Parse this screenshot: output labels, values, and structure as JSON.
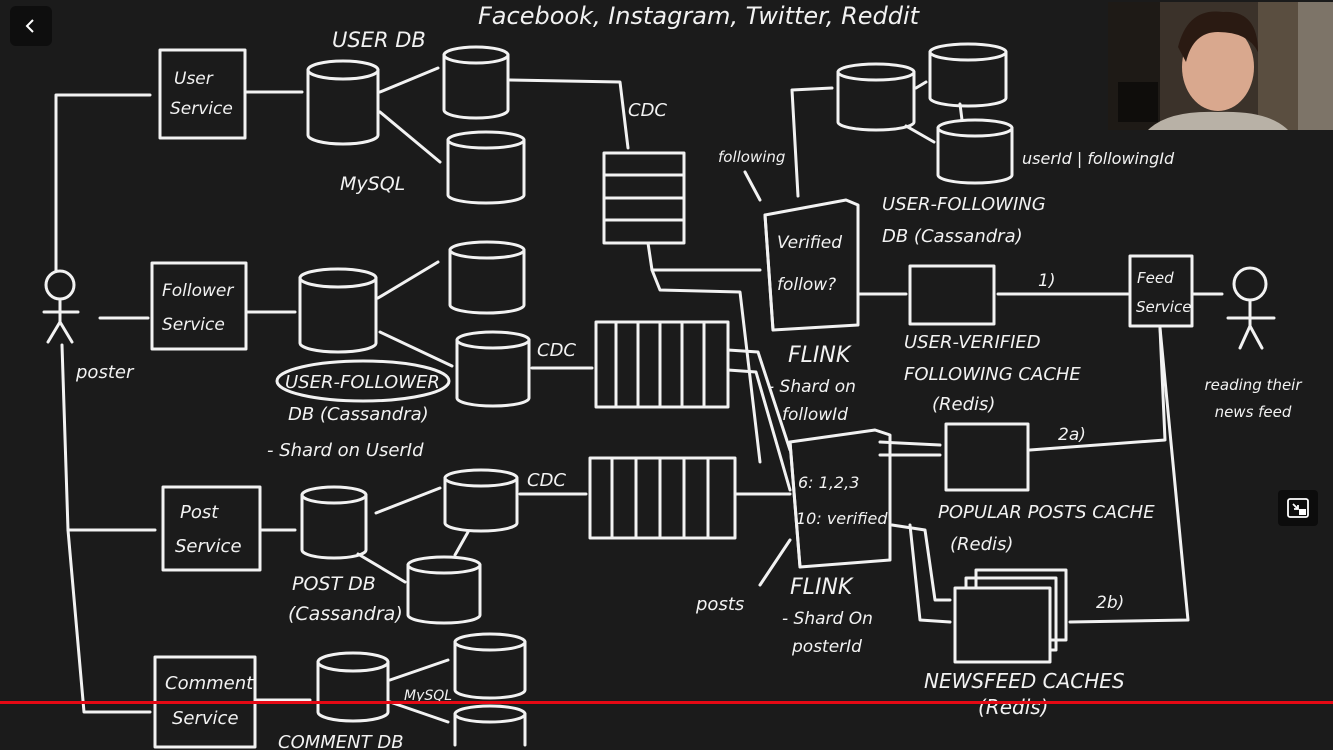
{
  "title": "Facebook, Instagram, Twitter, Reddit",
  "colors": {
    "board": "#1b1b1b",
    "ink": "#f2f2f2",
    "progress": "#e50914"
  },
  "controls": {
    "back_icon": "chevron-left-icon",
    "pip_icon": "exit-fullscreen-icon"
  },
  "video": {
    "progress_fraction": 1.0
  },
  "actors": {
    "poster": "poster",
    "reader": "reading their news feed"
  },
  "services": {
    "user": [
      "User",
      "Service"
    ],
    "follower": [
      "Follower",
      "Service"
    ],
    "post": [
      "Post",
      "Service"
    ],
    "comment": [
      "Comment",
      "Service"
    ],
    "feed": [
      "Feed",
      "Service"
    ]
  },
  "databases": {
    "user_db": "USER DB",
    "mysql": "MySQL",
    "user_follower": [
      "USER-FOLLOWER",
      "DB (Cassandra)",
      "- Shard on UserId"
    ],
    "post_db": [
      "POST DB",
      "(Cassandra)"
    ],
    "comment_db": "COMMENT DB",
    "comment_mysql": "MySQL"
  },
  "cdc": [
    "CDC",
    "CDC",
    "CDC"
  ],
  "flink1": {
    "box": [
      "Verified",
      "follow?"
    ],
    "name": "FLINK",
    "notes": [
      "- Shard on",
      "followId"
    ],
    "side_note": "following"
  },
  "flink2": {
    "box": [
      "6: 1,2,3",
      "10: verified"
    ],
    "name": "FLINK",
    "notes": [
      "- Shard On",
      "posterId"
    ],
    "side_note": "posts"
  },
  "user_following": {
    "label": [
      "USER-FOLLOWING",
      "DB (Cassandra)"
    ],
    "side": "userId | followingId"
  },
  "caches": {
    "verified": [
      "USER-VERIFIED",
      "FOLLOWING CACHE",
      "(Redis)"
    ],
    "popular": [
      "POPULAR POSTS CACHE",
      "(Redis)"
    ],
    "newsfeed": [
      "NEWSFEED CACHES",
      "(Redis)"
    ]
  },
  "steps": [
    "1)",
    "2a)",
    "2b)"
  ]
}
